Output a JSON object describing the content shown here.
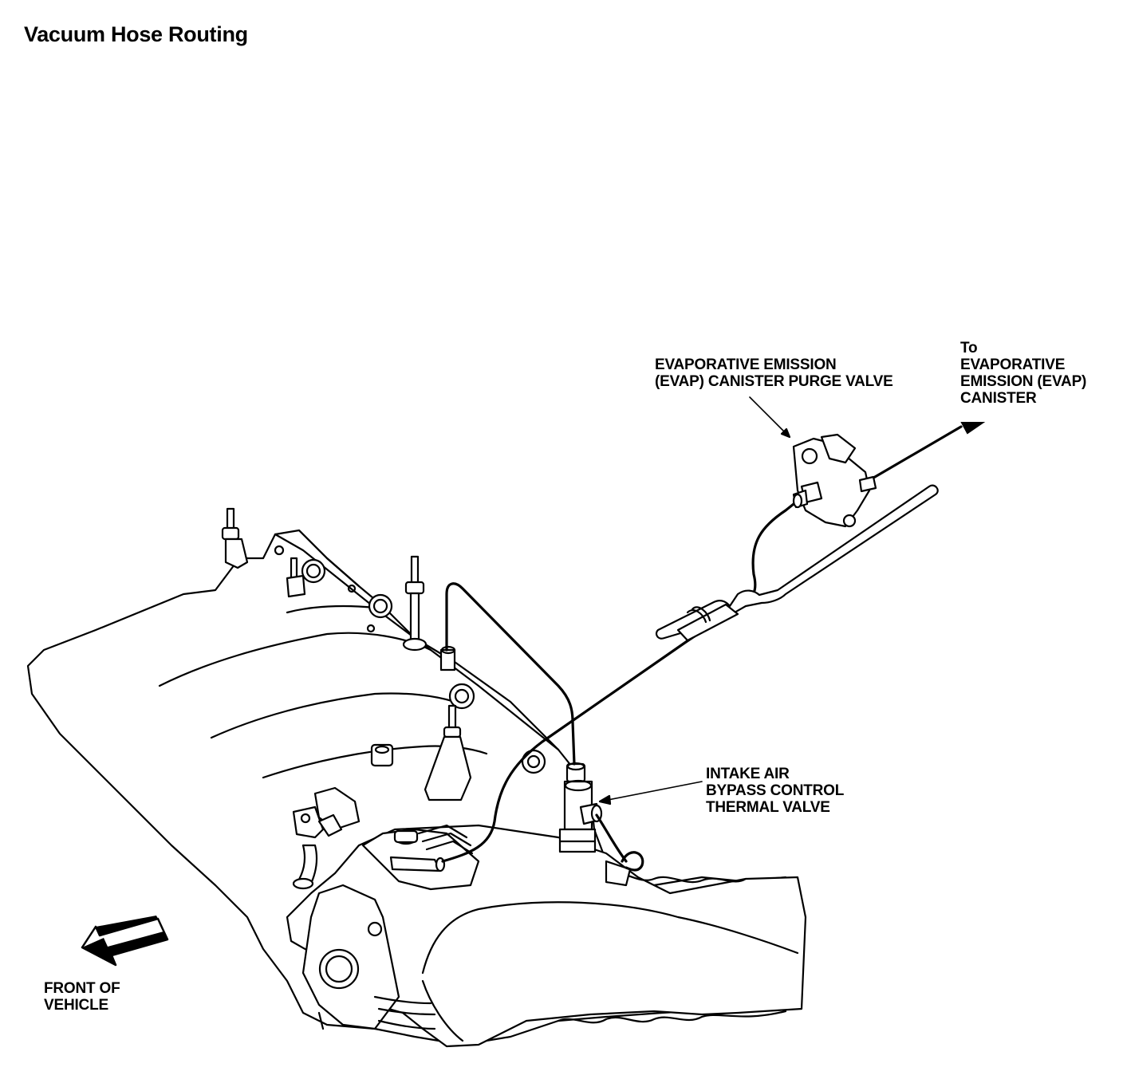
{
  "title": "Vacuum Hose Routing",
  "labels": {
    "purge_valve": [
      "EVAPORATIVE EMISSION",
      "(EVAP) CANISTER PURGE VALVE"
    ],
    "canister": [
      "To",
      "EVAPORATIVE",
      "EMISSION (EVAP)",
      "CANISTER"
    ],
    "thermal_valve": [
      "INTAKE AIR",
      "BYPASS CONTROL",
      "THERMAL VALVE"
    ],
    "front": [
      "FRONT OF",
      "VEHICLE"
    ]
  },
  "icons": {
    "front_arrow": "front-of-vehicle-arrow-icon",
    "canister_arrow": "direction-arrow-icon"
  },
  "colors": {
    "line": "#000000",
    "background": "#ffffff"
  }
}
